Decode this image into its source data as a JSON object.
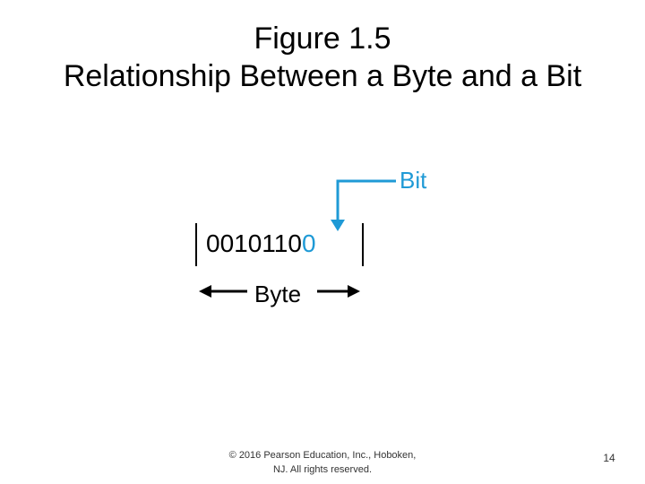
{
  "title": {
    "line1": "Figure 1.5",
    "line2": "Relationship Between a Byte and a Bit"
  },
  "diagram": {
    "bits_prefix": "0010110",
    "bits_last": "0",
    "bit_label": "Bit",
    "byte_label": "Byte",
    "accent_color": "#1f9ad6"
  },
  "footer": {
    "line1": "© 2016 Pearson Education, Inc., Hoboken,",
    "line2": "NJ. All rights reserved.",
    "page_number": "14"
  }
}
